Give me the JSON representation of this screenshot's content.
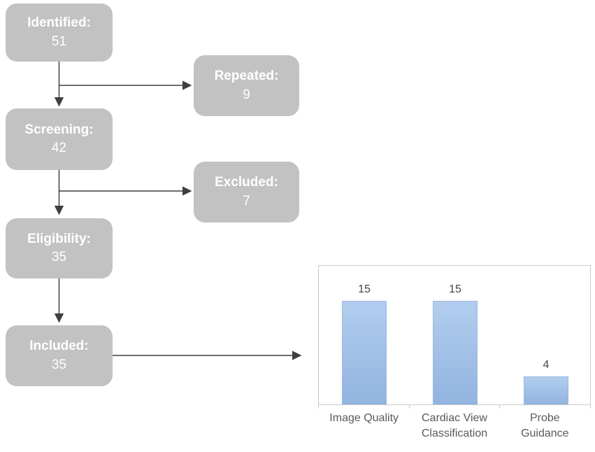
{
  "figure": {
    "background": "#ffffff"
  },
  "flowchart": {
    "box_fill": "#c2c2c2",
    "box_text_color": "#ffffff",
    "arrow_color": "#3f3f3f",
    "boxes": [
      {
        "id": "identified",
        "label": "Identified:",
        "value": "51"
      },
      {
        "id": "repeated",
        "label": "Repeated:",
        "value": "9"
      },
      {
        "id": "screening",
        "label": "Screening:",
        "value": "42"
      },
      {
        "id": "excluded",
        "label": "Excluded:",
        "value": "7"
      },
      {
        "id": "eligibility",
        "label": "Eligibility:",
        "value": "35"
      },
      {
        "id": "included",
        "label": "Included:",
        "value": "35"
      }
    ],
    "connections": [
      "identified -> screening",
      "identified -> repeated",
      "screening -> eligibility",
      "screening -> excluded",
      "eligibility -> included",
      "included -> bar-chart"
    ]
  },
  "chart_data": {
    "type": "bar",
    "categories": [
      "Image Quality",
      "Cardiac View Classification",
      "Probe Guidance"
    ],
    "values": [
      15,
      15,
      4
    ],
    "data_labels": [
      "15",
      "15",
      "4"
    ],
    "tick_label_lines": [
      [
        "Image Quality",
        ""
      ],
      [
        "Cardiac View",
        "Classification"
      ],
      [
        "Probe",
        "Guidance"
      ]
    ],
    "title": "",
    "xlabel": "",
    "ylabel": "",
    "ylim": [
      0,
      20
    ],
    "grid": false,
    "legend": false,
    "colors": {
      "bar_fill_top": "#b2cdee",
      "bar_fill_bottom": "#92b4e0",
      "bar_border": "#9cb9e0",
      "plot_border": "#c9c9c9",
      "axis_label_color": "#595959",
      "data_label_color": "#444444"
    }
  }
}
